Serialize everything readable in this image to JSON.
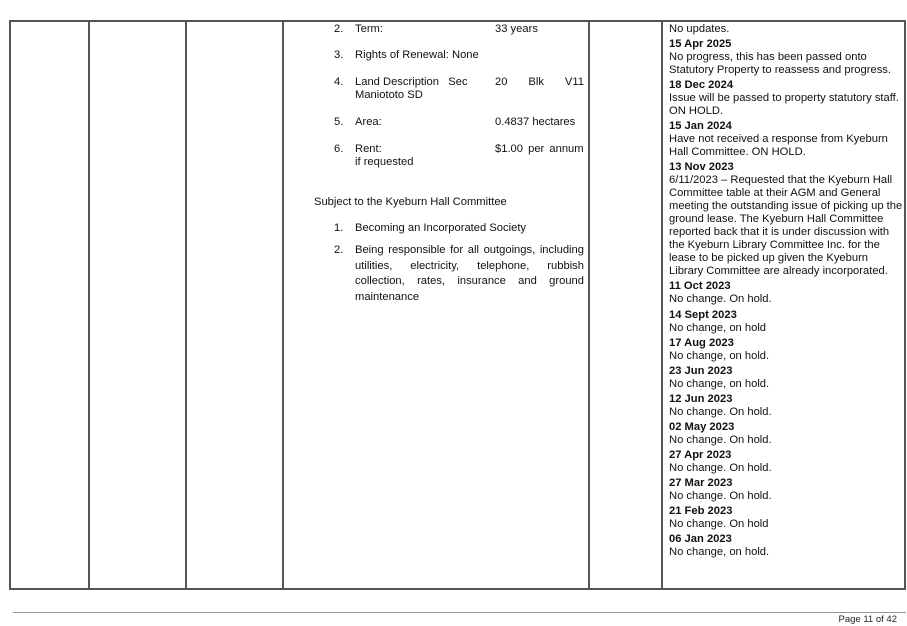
{
  "lease_terms": [
    {
      "num": "2.",
      "label": "Term:",
      "value": "33 years"
    },
    {
      "num": "3.",
      "label": "Rights of Renewal: None",
      "value": ""
    },
    {
      "num": "4.",
      "label": "Land Description   Sec",
      "value_parts": [
        "20",
        "Blk",
        "V11"
      ],
      "label_line2": "Maniototo SD"
    },
    {
      "num": "5.",
      "label": "Area:",
      "value": "0.4837 hectares"
    },
    {
      "num": "6.",
      "label": "Rent:",
      "value": "$1.00 per annum",
      "label_line2": "if requested"
    }
  ],
  "subject_heading": "Subject to the Kyeburn Hall Committee",
  "conditions": [
    {
      "num": "1.",
      "text": "Becoming an Incorporated Society"
    },
    {
      "num": "2.",
      "text": "Being responsible for all outgoings, including utilities, electricity, telephone, rubbish collection, rates, insurance and ground maintenance"
    }
  ],
  "updates_intro": "No updates.",
  "updates": [
    {
      "date": "15 Apr 2025",
      "text": "No progress, this has been passed onto Statutory Property to reassess and progress."
    },
    {
      "date": "18 Dec 2024",
      "text": "Issue will be passed to property statutory staff. ON HOLD."
    },
    {
      "date": "15 Jan 2024",
      "text": "Have not received a response from Kyeburn Hall Committee.  ON HOLD."
    },
    {
      "date": "13 Nov 2023",
      "text": "6/11/2023 – Requested that the Kyeburn Hall Committee table at their AGM and General meeting the outstanding issue of picking up the ground lease.  The Kyeburn Hall Committee reported back that it is under discussion with the Kyeburn Library Committee Inc. for the lease to be picked up given the Kyeburn Library Committee are already incorporated."
    },
    {
      "date": "11 Oct 2023",
      "text": "No change. On hold."
    },
    {
      "date": "14 Sept 2023",
      "text": "No change, on hold"
    },
    {
      "date": "17 Aug 2023",
      "text": "No change, on hold."
    },
    {
      "date": "23 Jun 2023",
      "text": "No change, on hold."
    },
    {
      "date": "12 Jun 2023",
      "text": "No change. On hold."
    },
    {
      "date": "02 May 2023",
      "text": "No change. On hold."
    },
    {
      "date": "27 Apr 2023",
      "text": "No change. On hold."
    },
    {
      "date": "27 Mar 2023",
      "text": "No change.  On hold."
    },
    {
      "date": "21 Feb 2023",
      "text": "No change.  On hold"
    },
    {
      "date": "06 Jan 2023",
      "text": "No change, on hold."
    }
  ],
  "footer": {
    "page": "Page 11 of 42"
  }
}
